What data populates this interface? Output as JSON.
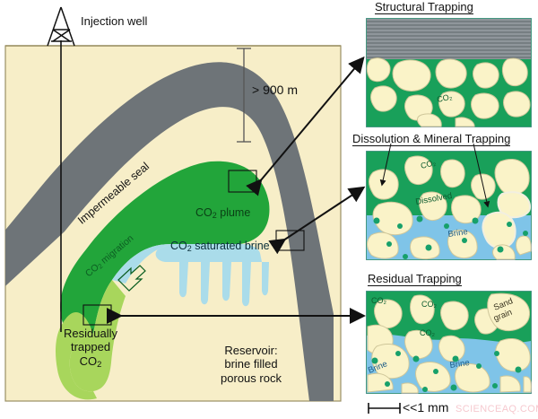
{
  "diagram": {
    "type": "co2-geological-storage-schematic",
    "main": {
      "injection_well_label": "Injection well",
      "depth_label": "> 900 m",
      "seal_label": "Impermeable seal",
      "migration_label": "CO2 migration",
      "plume_label": "CO2 plume",
      "saturated_brine_label": "CO2 saturated brine",
      "residual_label_line1": "Residually",
      "residual_label_line2": "trapped",
      "residual_label_line3": "CO2",
      "reservoir_label_line1": "Reservoir:",
      "reservoir_label_line2": "brine filled",
      "reservoir_label_line3": "porous rock"
    },
    "panels": [
      {
        "id": "structural-trapping",
        "title": "Structural Trapping",
        "labels": [
          "CO2"
        ]
      },
      {
        "id": "dissolution-mineral-trapping",
        "title": "Dissolution & Mineral Trapping",
        "labels": [
          "CO2",
          "Dissolved",
          "Brine"
        ]
      },
      {
        "id": "residual-trapping",
        "title": "Residual Trapping",
        "labels": [
          "CO2",
          "CO2",
          "CO2",
          "Sand grain",
          "Brine",
          "Brine"
        ]
      }
    ],
    "scale_bar_label": "<<1 mm",
    "watermark": "SCIENCEAQ.COM",
    "colors": {
      "reservoir_rock": "#f7eec8",
      "seal_grey": "#6e7478",
      "co2_green": "#22a53a",
      "residual_green": "#a8d65c",
      "brine_blue": "#aadcea",
      "panel_green": "#19a05a",
      "panel_brine": "#7fc4e8",
      "sand_grain": "#faf3c8",
      "dissolved_dot": "#17a06a",
      "watermark_pink": "#f6c9cf"
    }
  }
}
